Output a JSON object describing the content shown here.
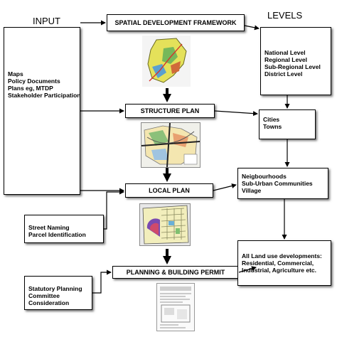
{
  "headings": {
    "input": "INPUT",
    "levels": "LEVELS"
  },
  "stages": {
    "sdf": "SPATIAL DEVELOPMENT FRAMEWORK",
    "structure": "STRUCTURE PLAN",
    "local": "LOCAL PLAN",
    "permit": "PLANNING & BUILDING PERMIT"
  },
  "inputs": {
    "main": [
      "Maps",
      "Policy Documents",
      "Plans eg, MTDP",
      "Stakeholder Participation"
    ],
    "street": [
      "Street Naming",
      "Parcel Identification"
    ],
    "committee": [
      "Statutory Planning",
      "Committee",
      "Consideration"
    ]
  },
  "levels": {
    "national": [
      "National Level",
      "Regional Level",
      "Sub-Regional Level",
      "District Level"
    ],
    "cities": [
      "Cities",
      "Towns"
    ],
    "neighbourhoods": [
      "Neigbourhoods",
      "Sub-Urban Communities",
      "Village"
    ],
    "landuse": [
      "All Land use developments:",
      "Residential, Commercial,",
      "Industrial, Agriculture etc."
    ]
  }
}
